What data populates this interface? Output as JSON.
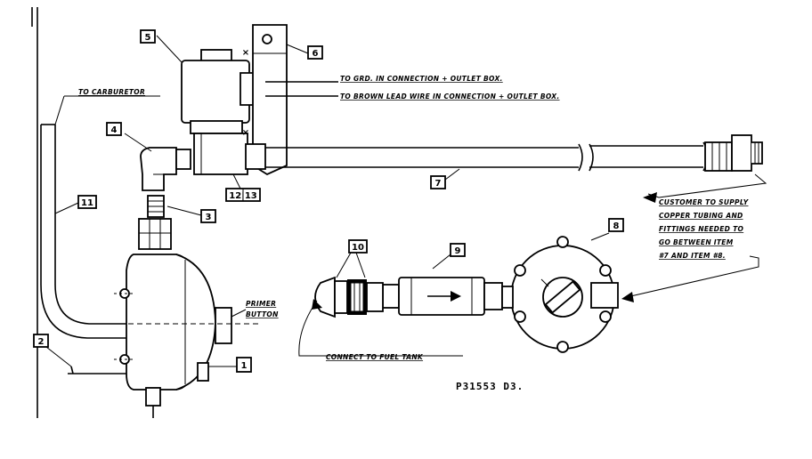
{
  "drawing_number": "P31553 D3.",
  "callouts": {
    "c1": "1",
    "c2": "2",
    "c3": "3",
    "c4": "4",
    "c5": "5",
    "c6": "6",
    "c7": "7",
    "c8": "8",
    "c9": "9",
    "c10": "10",
    "c11": "11",
    "c12_13": "12|13"
  },
  "notes": {
    "to_carburetor": "TO CARBURETOR",
    "to_grd": "TO GRD. IN CONNECTION + OUTLET BOX.",
    "to_brown": "TO BROWN LEAD WIRE IN CONNECTION + OUTLET BOX.",
    "primer_1": "PRIMER",
    "primer_2": "BUTTON",
    "connect_fuel": "CONNECT TO FUEL TANK",
    "customer_1": "CUSTOMER TO SUPPLY",
    "customer_2": "COPPER TUBING AND",
    "customer_3": "FITTINGS NEEDED TO",
    "customer_4": "GO BETWEEN ITEM",
    "customer_5": "#7 AND ITEM #8."
  }
}
